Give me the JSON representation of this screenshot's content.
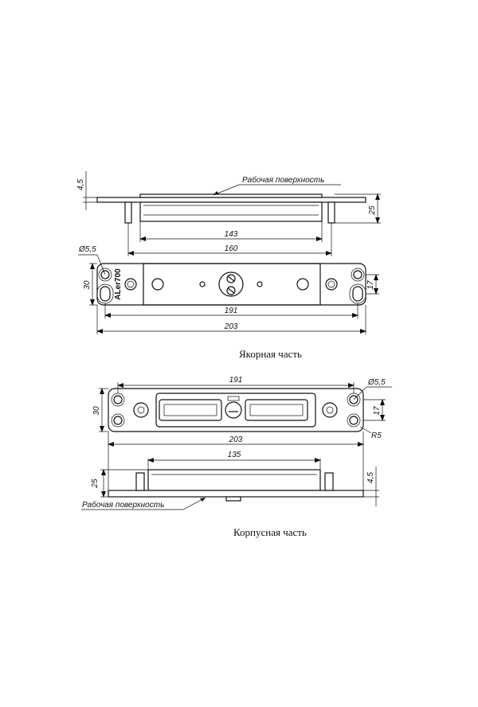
{
  "armature": {
    "note": "Рабочая поверхность",
    "caption": "Якорная часть",
    "logo": "ALer700",
    "dims": {
      "thickness": "4,5",
      "height": "25",
      "length_inner": "143",
      "length_mid": "160",
      "hole_diameter": "Ø5,5",
      "width": "30",
      "slot_spacing": "17",
      "hole_spacing": "191",
      "length_total": "203"
    }
  },
  "body": {
    "note": "Рабочая поверхность",
    "caption": "Корпусная часть",
    "dims": {
      "hole_spacing": "191",
      "hole_diameter": "Ø5,5",
      "width": "30",
      "slot_spacing": "17",
      "radius": "R5",
      "length_total": "203",
      "length_inner": "135",
      "height": "25",
      "thickness": "4,5"
    }
  }
}
